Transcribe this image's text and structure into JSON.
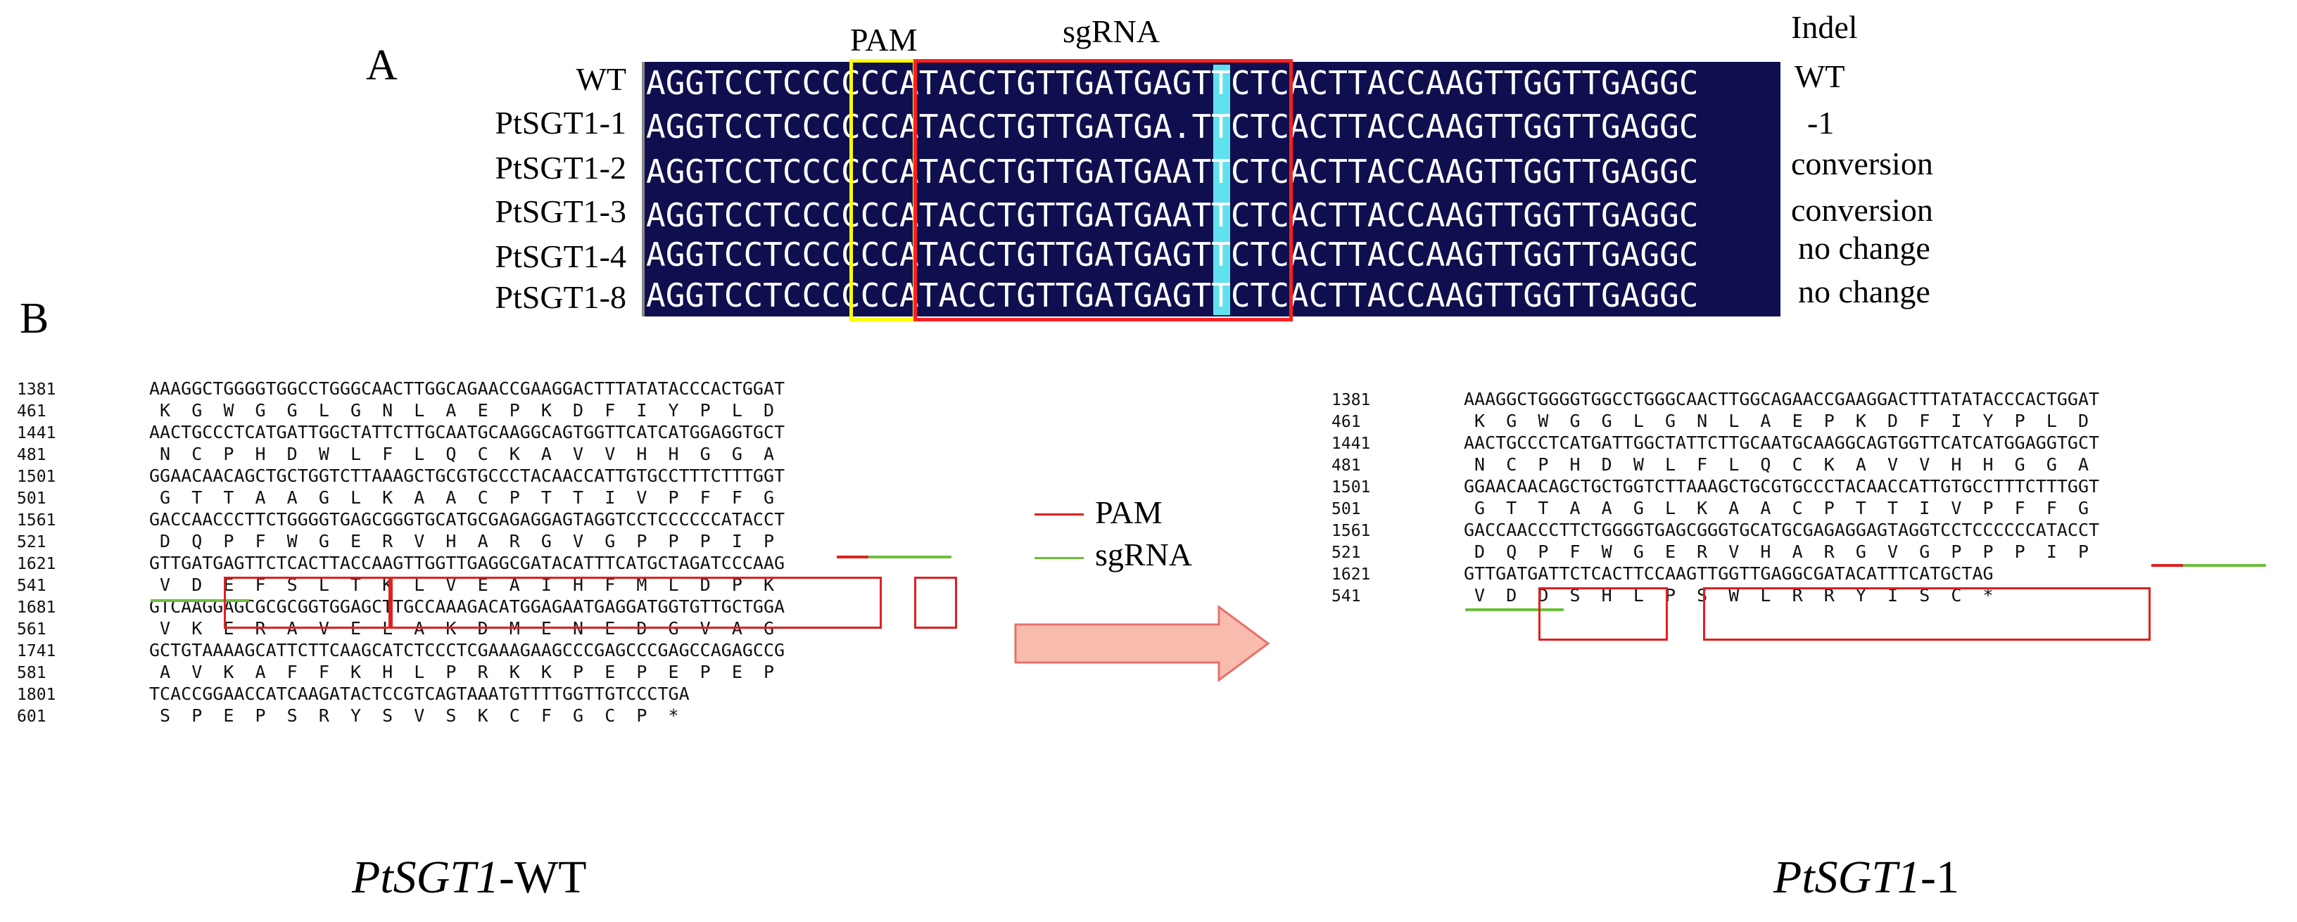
{
  "panel_a": {
    "letter": "A",
    "header_pam": "PAM",
    "header_sgrna": "sgRNA",
    "header_indel": "Indel",
    "colors": {
      "navy": "#0f0f4f",
      "cyan": "#5fe2ee",
      "pam_box": "#ffff00",
      "sgrna_box": "#ff1f1f"
    },
    "rows": [
      {
        "label": "WT",
        "pre": "AGGTCCTCCCCCCATACCTGTTGATGA",
        "mid": "G",
        "post": "TTCTCACTTACCAAGTTGGTTGAGGC",
        "indel": "WT"
      },
      {
        "label": "PtSGT1-1",
        "pre": "AGGTCCTCCCCCCATACCTGTTGATGA",
        "mid": ".",
        "post": "TTCTCACTTACCAAGTTGGTTGAGGC",
        "indel": "-1"
      },
      {
        "label": "PtSGT1-2",
        "pre": "AGGTCCTCCCCCCATACCTGTTGATGA",
        "mid": "A",
        "post": "TTCTCACTTACCAAGTTGGTTGAGGC",
        "indel": "conversion"
      },
      {
        "label": "PtSGT1-3",
        "pre": "AGGTCCTCCCCCCATACCTGTTGATGA",
        "mid": "A",
        "post": "TTCTCACTTACCAAGTTGGTTGAGGC",
        "indel": "conversion"
      },
      {
        "label": "PtSGT1-4",
        "pre": "AGGTCCTCCCCCCATACCTGTTGATGA",
        "mid": "G",
        "post": "TTCTCACTTACCAAGTTGGTTGAGGC",
        "indel": "no change"
      },
      {
        "label": "PtSGT1-8",
        "pre": "AGGTCCTCCCCCCATACCTGTTGATGA",
        "mid": "G",
        "post": "TTCTCACTTACCAAGTTGGTTGAGGC",
        "indel": "no change"
      }
    ]
  },
  "panel_b": {
    "letter": "B",
    "legend": {
      "pam": "PAM",
      "sgrna": "sgRNA",
      "pam_color": "#e02020",
      "sgrna_color": "#6cbf3a"
    },
    "wt_lines": [
      {
        "num": "1381",
        "text": "AAAGGCTGGGGTGGCCTGGGCAACTTGGCAGAACCGAAGGACTTTATATACCCACTGGAT"
      },
      {
        "num": "461",
        "text": " K  G  W  G  G  L  G  N  L  A  E  P  K  D  F  I  Y  P  L  D"
      },
      {
        "num": "1441",
        "text": "AACTGCCCTCATGATTGGCTATTCTTGCAATGCAAGGCAGTGGTTCATCATGGAGGTGCT"
      },
      {
        "num": "481",
        "text": " N  C  P  H  D  W  L  F  L  Q  C  K  A  V  V  H  H  G  G  A"
      },
      {
        "num": "1501",
        "text": "GGAACAACAGCTGCTGGTCTTAAAGCTGCGTGCCCTACAACCATTGTGCCTTTCTTTGGT"
      },
      {
        "num": "501",
        "text": " G  T  T  A  A  G  L  K  A  A  C  P  T  T  I  V  P  F  F  G"
      },
      {
        "num": "1561",
        "text": "GACCAACCCTTCTGGGGTGAGCGGGTGCATGCGAGAGGAGTAGGTCCTCCCCCCATACCT"
      },
      {
        "num": "521",
        "text": " D  Q  P  F  W  G  E  R  V  H  A  R  G  V  G  P  P  P  I  P"
      },
      {
        "num": "1621",
        "text": "GTTGATGAGTTCTCACTTACCAAGTTGGTTGAGGCGATACATTTCATGCTAGATCCCAAG"
      },
      {
        "num": "541",
        "text": " V  D  E  F  S  L  T  K  L  V  E  A  I  H  F  M  L  D  P  K"
      },
      {
        "num": "1681",
        "text": "GTCAAGGAGCGCGCGGTGGAGCTTGCCAAAGACATGGAGAATGAGGATGGTGTTGCTGGA"
      },
      {
        "num": "561",
        "text": " V  K  E  R  A  V  E  L  A  K  D  M  E  N  E  D  G  V  A  G"
      },
      {
        "num": "1741",
        "text": "GCTGTAAAAGCATTCTTCAAGCATCTCCCTCGAAAGAAGCCCGAGCCCGAGCCAGAGCCG"
      },
      {
        "num": "581",
        "text": " A  V  K  A  F  F  K  H  L  P  R  K  K  P  E  P  E  P  E  P"
      },
      {
        "num": "1801",
        "text": "TCACCGGAACCATCAAGATACTCCGTCAGTAAATGTTTTGGTTGTCCCTGA"
      },
      {
        "num": "601",
        "text": " S  P  E  P  S  R  Y  S  V  S  K  C  F  G  C  P  *"
      }
    ],
    "mut_lines": [
      {
        "num": "1381",
        "text": "AAAGGCTGGGGTGGCCTGGGCAACTTGGCAGAACCGAAGGACTTTATATACCCACTGGAT"
      },
      {
        "num": "461",
        "text": " K  G  W  G  G  L  G  N  L  A  E  P  K  D  F  I  Y  P  L  D"
      },
      {
        "num": "1441",
        "text": "AACTGCCCTCATGATTGGCTATTCTTGCAATGCAAGGCAGTGGTTCATCATGGAGGTGCT"
      },
      {
        "num": "481",
        "text": " N  C  P  H  D  W  L  F  L  Q  C  K  A  V  V  H  H  G  G  A"
      },
      {
        "num": "1501",
        "text": "GGAACAACAGCTGCTGGTCTTAAAGCTGCGTGCCCTACAACCATTGTGCCTTTCTTTGGT"
      },
      {
        "num": "501",
        "text": " G  T  T  A  A  G  L  K  A  A  C  P  T  T  I  V  P  F  F  G"
      },
      {
        "num": "1561",
        "text": "GACCAACCCTTCTGGGGTGAGCGGGTGCATGCGAGAGGAGTAGGTCCTCCCCCCATACCT"
      },
      {
        "num": "521",
        "text": " D  Q  P  F  W  G  E  R  V  H  A  R  G  V  G  P  P  P  I  P"
      },
      {
        "num": "1621",
        "text": "GTTGATGATTCTCACTTCCAAGTTGGTTGAGGCGATACATTTCATGCTAG"
      },
      {
        "num": "541",
        "text": " V  D  D  S  H  L  P  S  W  L  R  R  Y  I  S  C  *"
      }
    ]
  },
  "captions": {
    "wt_gene": "PtSGT1",
    "wt_suffix": "-WT",
    "mut_gene": "PtSGT1",
    "mut_suffix": "-1"
  }
}
